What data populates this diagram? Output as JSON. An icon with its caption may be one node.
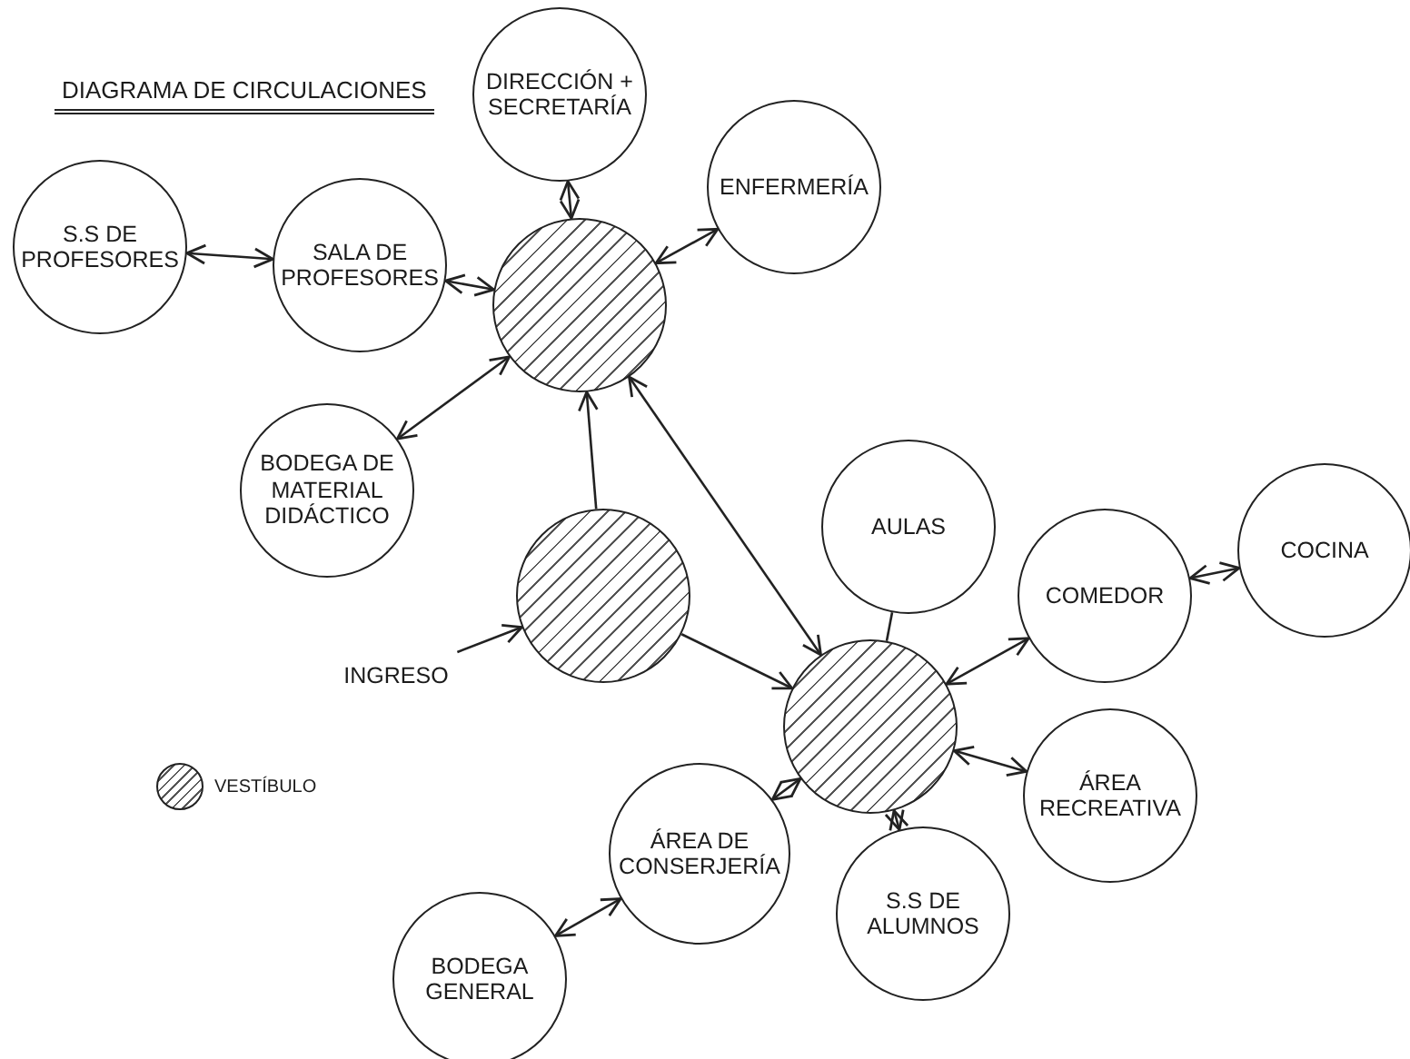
{
  "diagram": {
    "title": "DIAGRAMA DE CIRCULACIONES",
    "nodes": [
      {
        "text": [
          "DIRECCIÓN + SECRETARÍA"
        ]
      },
      {
        "text": [
          "ENFERMERÍA"
        ]
      },
      {
        "text": [
          "S.S DE PROFESORES"
        ]
      },
      {
        "text": [
          "SALA DE PROFESORES"
        ]
      },
      {
        "text": [],
        "shape": "circle"
      },
      {
        "text": [
          "BODEGA DE MATERIAL DIDÁCTICO"
        ]
      },
      {
        "text": [
          "AULAS"
        ]
      },
      {
        "text": [
          "COCINA"
        ]
      },
      {
        "text": [],
        "shape": "circle"
      },
      {
        "text": [
          "COMEDOR"
        ]
      },
      {
        "text": [
          "INGRESO"
        ]
      },
      {
        "text": [],
        "shape": "circle"
      },
      {
        "text": [
          "ÁREA RECREATIVA"
        ]
      },
      {
        "text": [
          "ÁREA DE CONSERJERÍA"
        ]
      },
      {
        "text": [
          "S.S DE ALUMNOS"
        ]
      },
      {
        "text": [
          "BODEGA GENERAL"
        ]
      }
    ],
    "edges": [
      {
        "from": 0,
        "to": 4,
        "arrow": "both"
      },
      {
        "from": 4,
        "to": 1,
        "arrow": "both"
      },
      {
        "from": 2,
        "to": 3,
        "arrow": "both"
      },
      {
        "from": 3,
        "to": 4,
        "arrow": "both"
      },
      {
        "from": 4,
        "to": 5,
        "arrow": "both"
      },
      {
        "from": 8,
        "to": 4,
        "arrow": "to"
      },
      {
        "from": 11,
        "to": 4,
        "arrow": "both"
      },
      {
        "from": 10,
        "to": 8,
        "arrow": "to"
      },
      {
        "from": 8,
        "to": 11,
        "arrow": "to"
      },
      {
        "from": 6,
        "to": 11,
        "arrow": "none"
      },
      {
        "from": 11,
        "to": 9,
        "arrow": "both"
      },
      {
        "from": 9,
        "to": 7,
        "arrow": "both"
      },
      {
        "from": 11,
        "to": 12,
        "arrow": "both"
      },
      {
        "from": 11,
        "to": 14,
        "arrow": "both"
      },
      {
        "from": 11,
        "to": 13,
        "arrow": "both"
      },
      {
        "from": 13,
        "to": 15,
        "arrow": "both"
      }
    ],
    "legend": [
      {
        "text": "VESTÍBULO"
      }
    ]
  }
}
